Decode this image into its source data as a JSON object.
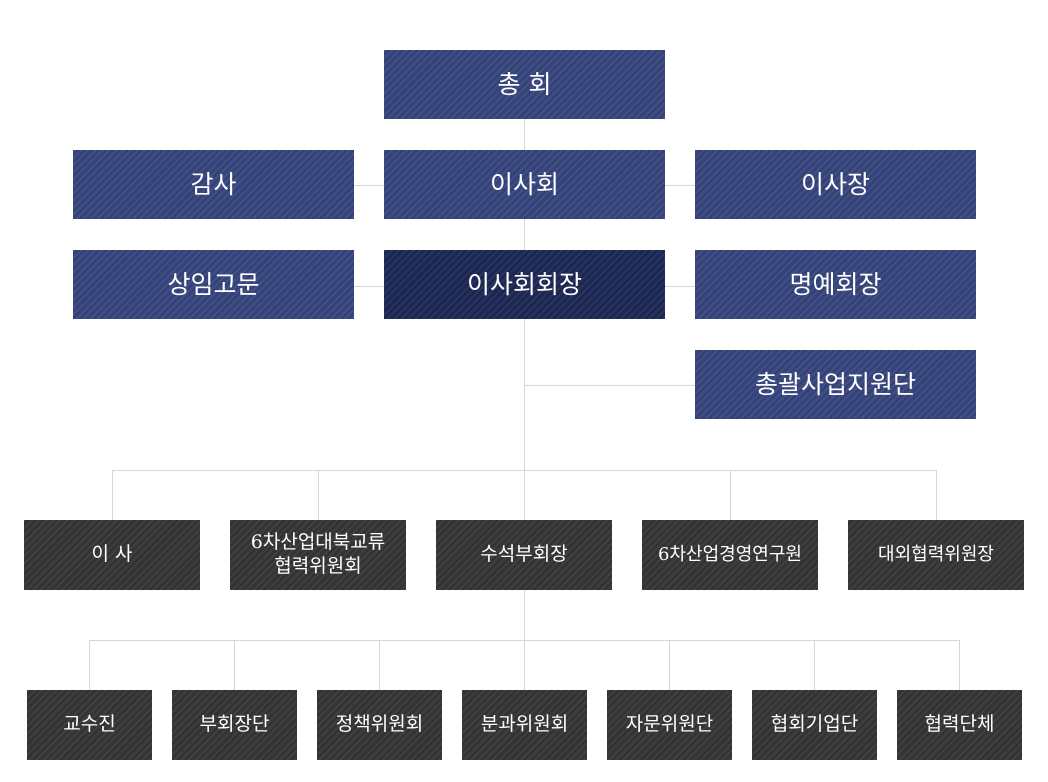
{
  "colors": {
    "navy": "#34427a",
    "navy_dark": "#1b2752",
    "dark": "#333333",
    "connector": "#d6d6d6"
  },
  "top": {
    "general_assembly": "총 회",
    "audit": "감사",
    "board": "이사회",
    "chairman": "이사장",
    "standing_advisor": "상임고문",
    "board_chair": "이사회회장",
    "honorary_chair": "명예회장",
    "general_support": "총괄사업지원단"
  },
  "tier2": [
    {
      "line1": "이 사",
      "line2": ""
    },
    {
      "line1": "6차산업대북교류",
      "line2": "협력위원회"
    },
    {
      "line1": "수석부회장",
      "line2": ""
    },
    {
      "line1": "6차산업경영연구원",
      "line2": ""
    },
    {
      "line1": "대외협력위원장",
      "line2": ""
    }
  ],
  "tier3": [
    "교수진",
    "부회장단",
    "정책위원회",
    "분과위원회",
    "자문위원단",
    "협회기업단",
    "협력단체"
  ]
}
